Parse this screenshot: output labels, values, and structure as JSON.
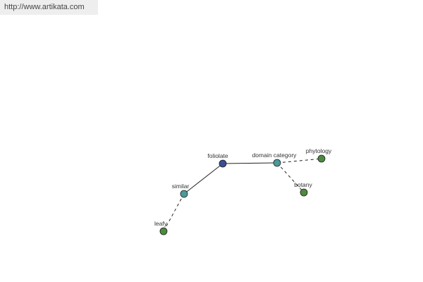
{
  "header": {
    "url": "http://www.artikata.com"
  },
  "graph": {
    "nodes": [
      {
        "id": "foliolate",
        "label": "foliolate",
        "color": "#3a4e93"
      },
      {
        "id": "domain-category",
        "label": "domain category",
        "color": "#4b9a9b"
      },
      {
        "id": "phytology",
        "label": "phytology",
        "color": "#4d8a3f"
      },
      {
        "id": "botany",
        "label": "botany",
        "color": "#4d8a3f"
      },
      {
        "id": "similar",
        "label": "similar",
        "color": "#4b9a9b"
      },
      {
        "id": "leafy",
        "label": "leafy",
        "color": "#4d8a3f"
      }
    ],
    "edges": [
      {
        "from": "foliolate",
        "to": "domain-category",
        "style": "solid"
      },
      {
        "from": "foliolate",
        "to": "similar",
        "style": "solid"
      },
      {
        "from": "domain-category",
        "to": "phytology",
        "style": "dashed"
      },
      {
        "from": "domain-category",
        "to": "botany",
        "style": "dashed"
      },
      {
        "from": "similar",
        "to": "leafy",
        "style": "dashed"
      }
    ]
  }
}
